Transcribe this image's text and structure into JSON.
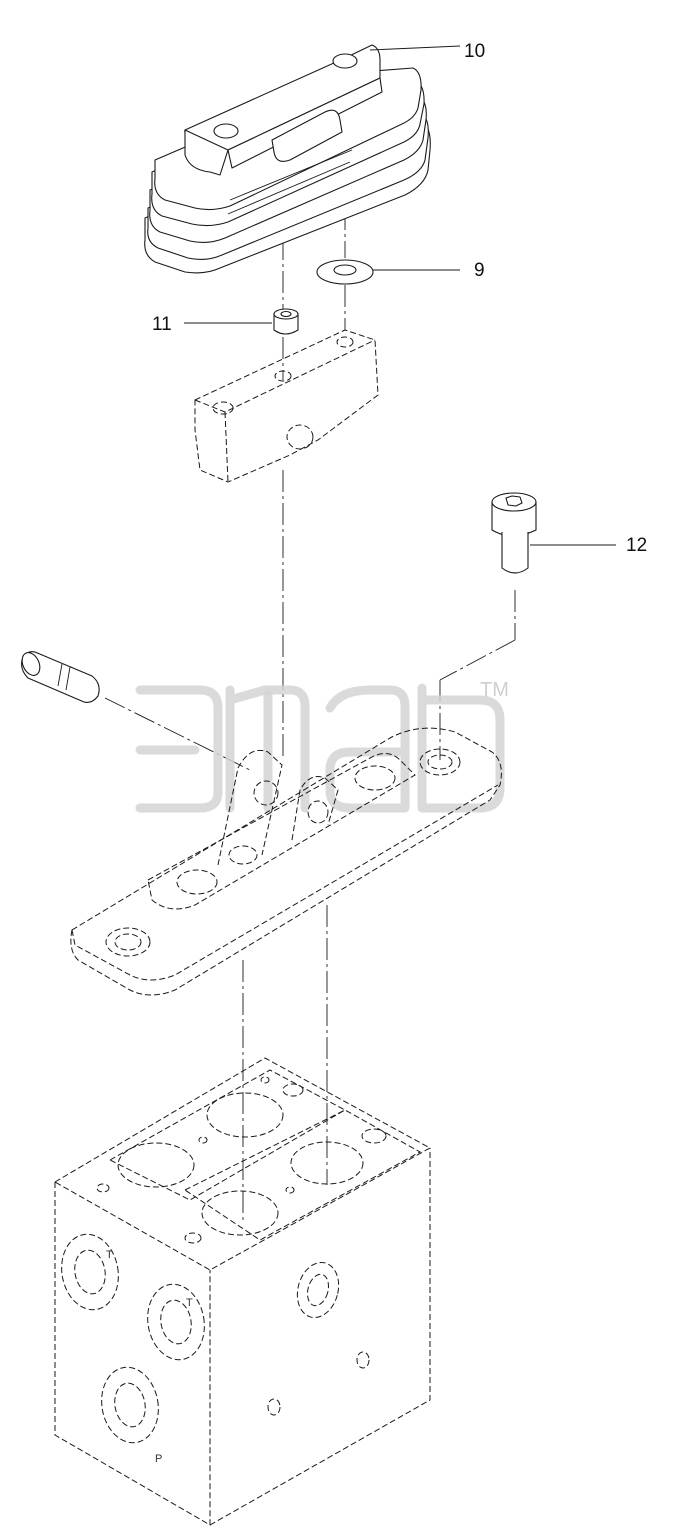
{
  "callouts": [
    {
      "id": "callout-10",
      "text": "10"
    },
    {
      "id": "callout-9",
      "text": "9"
    },
    {
      "id": "callout-11",
      "text": "11"
    },
    {
      "id": "callout-12",
      "text": "12"
    }
  ],
  "port_labels": {
    "t1": "T",
    "t2": "T",
    "p": "P"
  },
  "watermark": {
    "trademark": "TM",
    "logo_name": "watermark-logo"
  },
  "colors": {
    "line": "#1a1a1a",
    "background": "#ffffff",
    "watermark": "#d3d3d3"
  }
}
